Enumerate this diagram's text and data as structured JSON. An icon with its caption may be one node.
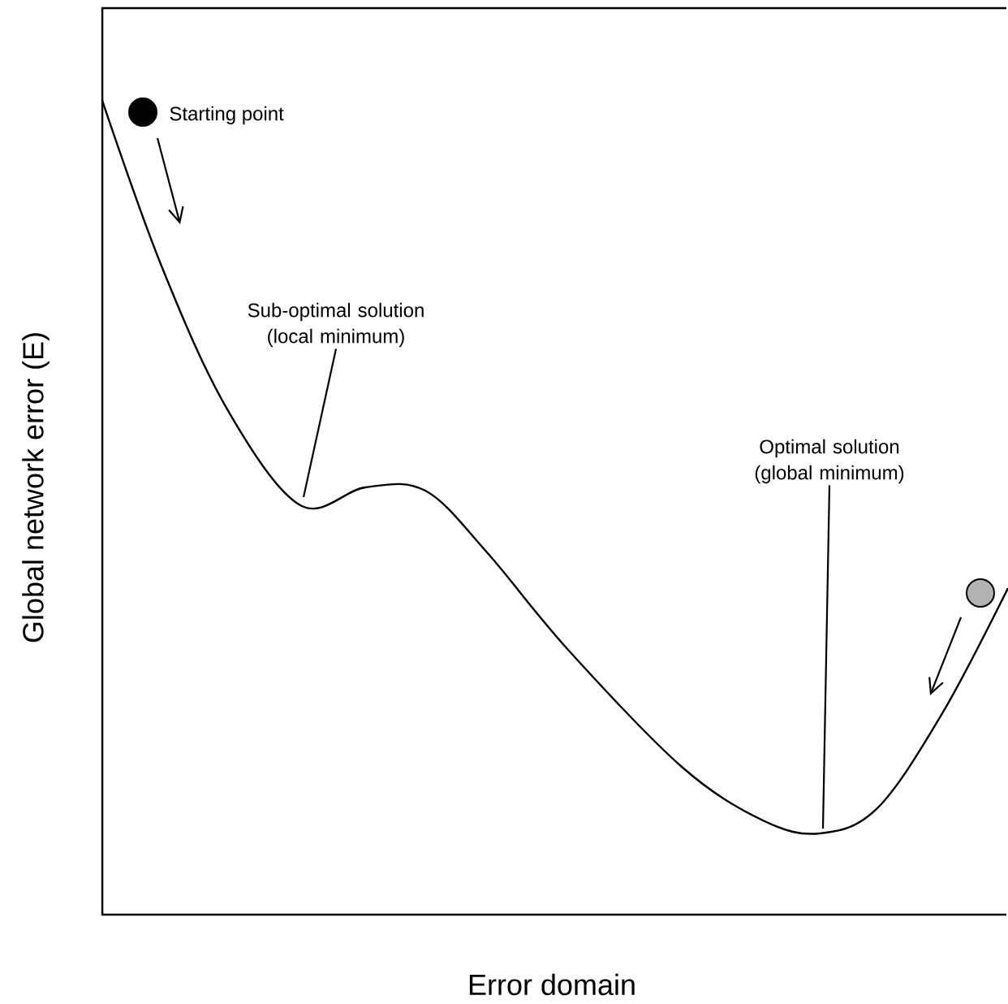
{
  "diagram": {
    "nodes": [
      {
        "text": [],
        "shape": "circle",
        "beside": [
          "Starting point"
        ]
      },
      {
        "text": [],
        "shape": "circle"
      },
      {
        "text": [
          "Sub-optimal solution (local minimum)"
        ]
      },
      {
        "text": [
          "Optimal solution (global minimum)"
        ]
      }
    ],
    "edges": [
      {
        "from": 2,
        "to": null,
        "arrow": "none"
      },
      {
        "from": 3,
        "to": null,
        "arrow": "none"
      }
    ],
    "labels": [
      "Global network error (E)",
      "Error domain"
    ]
  }
}
